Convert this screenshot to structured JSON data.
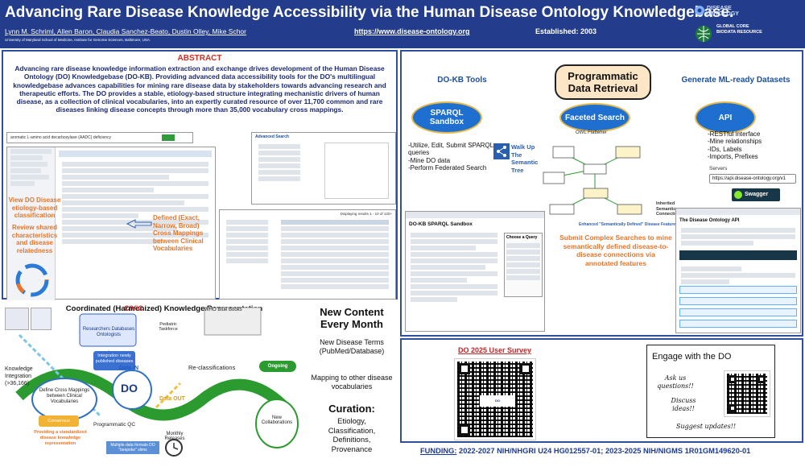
{
  "header": {
    "title": "Advancing Rare Disease Knowledge Accessibility via the Human Disease Ontology Knowledgebase.",
    "authors": "Lynn M. Schriml, Allen Baron, Claudia Sanchez-Beato, Dustin Olley, Mike Schor",
    "affiliation": "University of Maryland School of Medicine, Institute for Genome Sciences, Baltimore, USA.",
    "url": "https://www.disease-ontology.org",
    "established": "Established: 2003",
    "logo_do": "DISEASE ONTOLOGY",
    "logo_gcbr": "GLOBAL CORE BIODATA RESOURCE"
  },
  "abstract": {
    "heading": "ABSTRACT",
    "text": "Advancing rare disease knowledge information extraction and exchange drives development of the Human Disease Ontology (DO) Knowledgebase (DO-KB). Providing advanced data accessibility tools for the DO's multilingual knowledgebase advances capabilities for mining rare disease data by stakeholders towards advancing research and therapeutic efforts. The DO provides a stable, etiology-based structure integrating mechanistic drivers of human disease, as a collection of clinical vocabularies, into an expertly curated resource of over 11,700 common and rare diseases linking disease concepts through more than 35,000 vocabulary cross mappings."
  },
  "left_labels": {
    "view": "View DO Disease etiology-based classification",
    "review": "Review shared characteristics and disease relatedness",
    "defined": "Defined (Exact, Narrow, Broad) Cross Mappings between Clinical Vocabularies",
    "search_text": "aromatic L-amino acid decarboxylase (AADC) deficiency",
    "advanced_search": "Advanced Search",
    "displaying": "Displaying results 1 - 10 of 120+"
  },
  "knowledge": {
    "title": "Coordinated (Harmonized) Knowledge Representation",
    "integration": "Knowledge Integration (>36,166)",
    "define": "Define Cross Mappings between Clinical Vocabularies",
    "researchers": "Researchers Databases Ontologists",
    "integration_new": "Integration newly published diseases",
    "reclass": "Re-classifications",
    "ongoing": "Ongoing Growth",
    "new_collab": "New Collaborations",
    "data_in": "Data IN",
    "data_out": "Data OUT",
    "consensus": "Consensus classification",
    "providing": "Providing a standardized disease knowledge representation",
    "qc": "Programmatic QC",
    "formats": "Multiple data formats DO \"bespoke\" slims",
    "monthly": "Monthly Releases",
    "civic": "CIViC",
    "who": "WHO Blue Books",
    "pediatric": "Pediatric Taskforce",
    "do": "DO"
  },
  "content": {
    "title": "New Content Every Month",
    "terms": "New Disease Terms (PubMed/Database)",
    "mapping": "Mapping to other disease vocabularies",
    "curation": "Curation:",
    "curation_list": "Etiology, Classification, Definitions, Provenance"
  },
  "retrieval": {
    "dokb_tools": "DO-KB Tools",
    "center": "Programmatic Data Retrieval",
    "ml": "Generate ML-ready Datasets",
    "sparql": "SPARQL Sandbox",
    "faceted": "Faceted Search",
    "api": "API",
    "sparql_bullets": "-Utilize, Edit, Submit SPARQL queries\n-Mine DO data\n-Perform Federated Search",
    "owl": "OWL Flattener",
    "walk": "Walk Up The Semantic Tree",
    "api_bullets": "-RESTful interface\n-Mine relationships\n-IDs, Labels\n-Imports, Prefixes",
    "servers": "Servers",
    "server_url": "https://api.disease-ontology.org/v1",
    "swagger": "Swagger",
    "submit": "Submit Complex Searches to mine semantically defined disease-to-disease connections via annotated features",
    "inherited": "Inherited Semantic Connections",
    "enhanced": "Enhanced \"Semantically Defined\" Disease Features",
    "sandbox_title": "DO-KB SPARQL Sandbox",
    "choose": "Choose a Query",
    "api_title": "The Disease Ontology API"
  },
  "survey": {
    "title": "DO 2025 User Survey"
  },
  "engage": {
    "title": "Engage with the DO",
    "ask": "Ask us questions!!",
    "discuss": "Discuss ideas!!",
    "suggest": "Suggest updates!!"
  },
  "funding": {
    "label": "FUNDING:",
    "text": "2022-2027 NIH/NHGRI U24 HG012557-01; 2023-2025 NIH/NIGMS 1R01GM149620-01"
  }
}
